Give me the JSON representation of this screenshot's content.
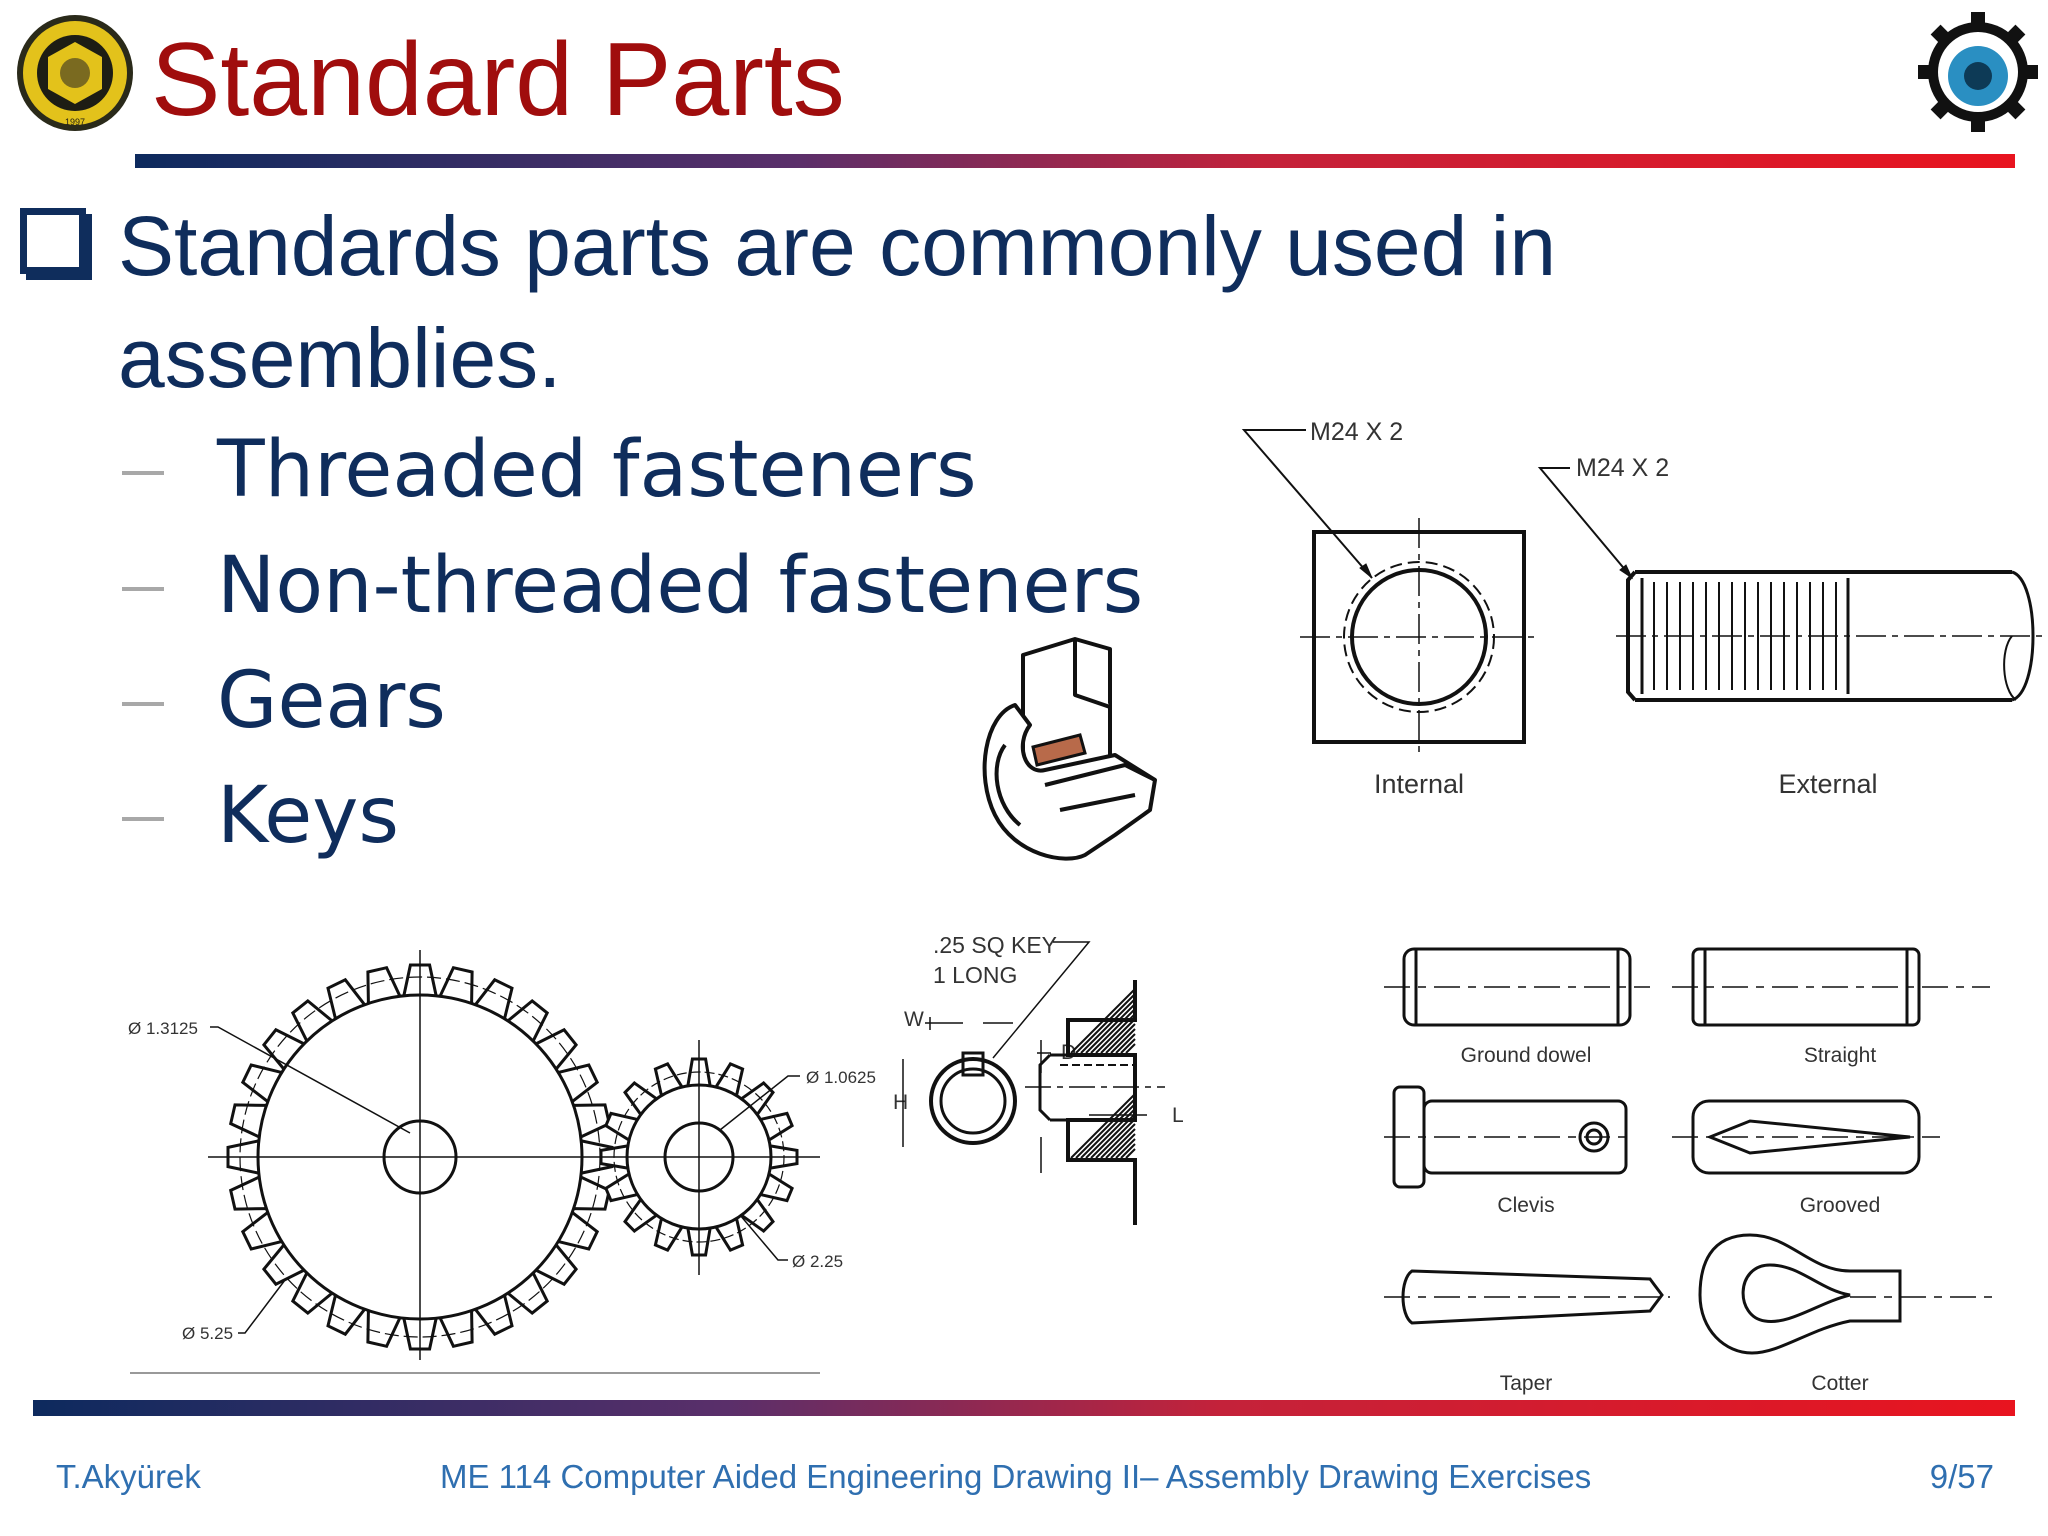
{
  "header": {
    "title": "Standard Parts"
  },
  "body": {
    "main_bullet": "Standards parts are commonly used in assemblies.",
    "sub_items": [
      "Threaded fasteners",
      "Non-threaded fasteners",
      "Gears",
      "Keys"
    ]
  },
  "thread_figure": {
    "callout_internal": "M24 X 2",
    "callout_external": "M24 X 2",
    "label_internal": "Internal",
    "label_external": "External"
  },
  "gear_figure": {
    "dim_bore_large": "Ø 1.3125",
    "dim_bore_small": "Ø 1.0625",
    "dim_pitch_small": "Ø 2.25",
    "dim_pitch_large": "Ø 5.25"
  },
  "key_figure": {
    "note_line1": ".25 SQ KEY",
    "note_line2": "1 LONG",
    "w": "W",
    "h": "H",
    "d": "D",
    "l": "L"
  },
  "pins_figure": {
    "labels": [
      "Ground dowel",
      "Straight",
      "Clevis",
      "Grooved",
      "Taper",
      "Cotter"
    ]
  },
  "footer": {
    "author": "T.Akyürek",
    "course": "ME 114 Computer Aided Engineering Drawing II– Assembly Drawing Exercises",
    "page": "9/57"
  },
  "colors": {
    "title": "#a00d0d",
    "text": "#0f2d5c",
    "footer": "#2f6fb0"
  },
  "icons": [
    "university-logo-icon",
    "mechanical-engineering-gear-logo-icon",
    "checkbox-bullet-icon"
  ]
}
